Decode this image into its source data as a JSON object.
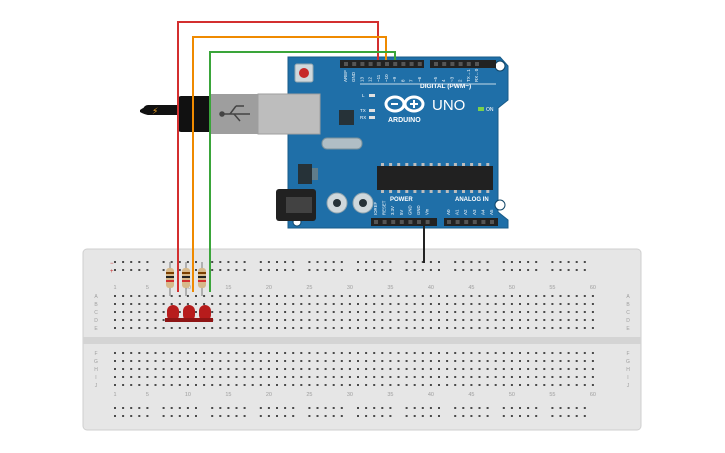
{
  "arduino": {
    "brand": "ARDUINO",
    "model": "UNO",
    "digital_label": "DIGITAL (PWM~)",
    "power_label": "POWER",
    "analog_label": "ANALOG IN",
    "on_label": "ON",
    "tx_label": "TX",
    "rx_label": "RX",
    "l_label": "L",
    "header_top_labels": [
      "AREF",
      "GND",
      "13",
      "12",
      "~11",
      "~10",
      "~9",
      "8",
      "7",
      "~6",
      "~5",
      "4",
      "~3",
      "2",
      "TX→1",
      "RX←0"
    ],
    "power_pin_labels": [
      "IOREF",
      "RESET",
      "3.3V",
      "5V",
      "GND",
      "GND",
      "Vin"
    ],
    "analog_pin_labels": [
      "A0",
      "A1",
      "A2",
      "A3",
      "A4",
      "A5"
    ]
  },
  "breadboard": {
    "column_numbers": [
      "1",
      "5",
      "10",
      "15",
      "20",
      "25",
      "30",
      "35",
      "40",
      "45",
      "50",
      "55",
      "60"
    ],
    "rows_top": [
      "A",
      "B",
      "C",
      "D",
      "E"
    ],
    "rows_bottom": [
      "F",
      "G",
      "H",
      "I",
      "J"
    ],
    "rail_minus": "−",
    "rail_plus": "+"
  },
  "wires": [
    {
      "name": "wire-red",
      "color": "#d32f2f"
    },
    {
      "name": "wire-orange",
      "color": "#ef8a00"
    },
    {
      "name": "wire-green",
      "color": "#3aa53a"
    },
    {
      "name": "wire-ground",
      "color": "#222222"
    }
  ],
  "components": {
    "leds": 3,
    "resistors": 3,
    "led_color": "#b71c1c"
  },
  "colors": {
    "board": "#1f6fa8",
    "board_dark": "#17587f",
    "breadboard": "#e8e8e8",
    "hole": "#4a4a4a"
  }
}
